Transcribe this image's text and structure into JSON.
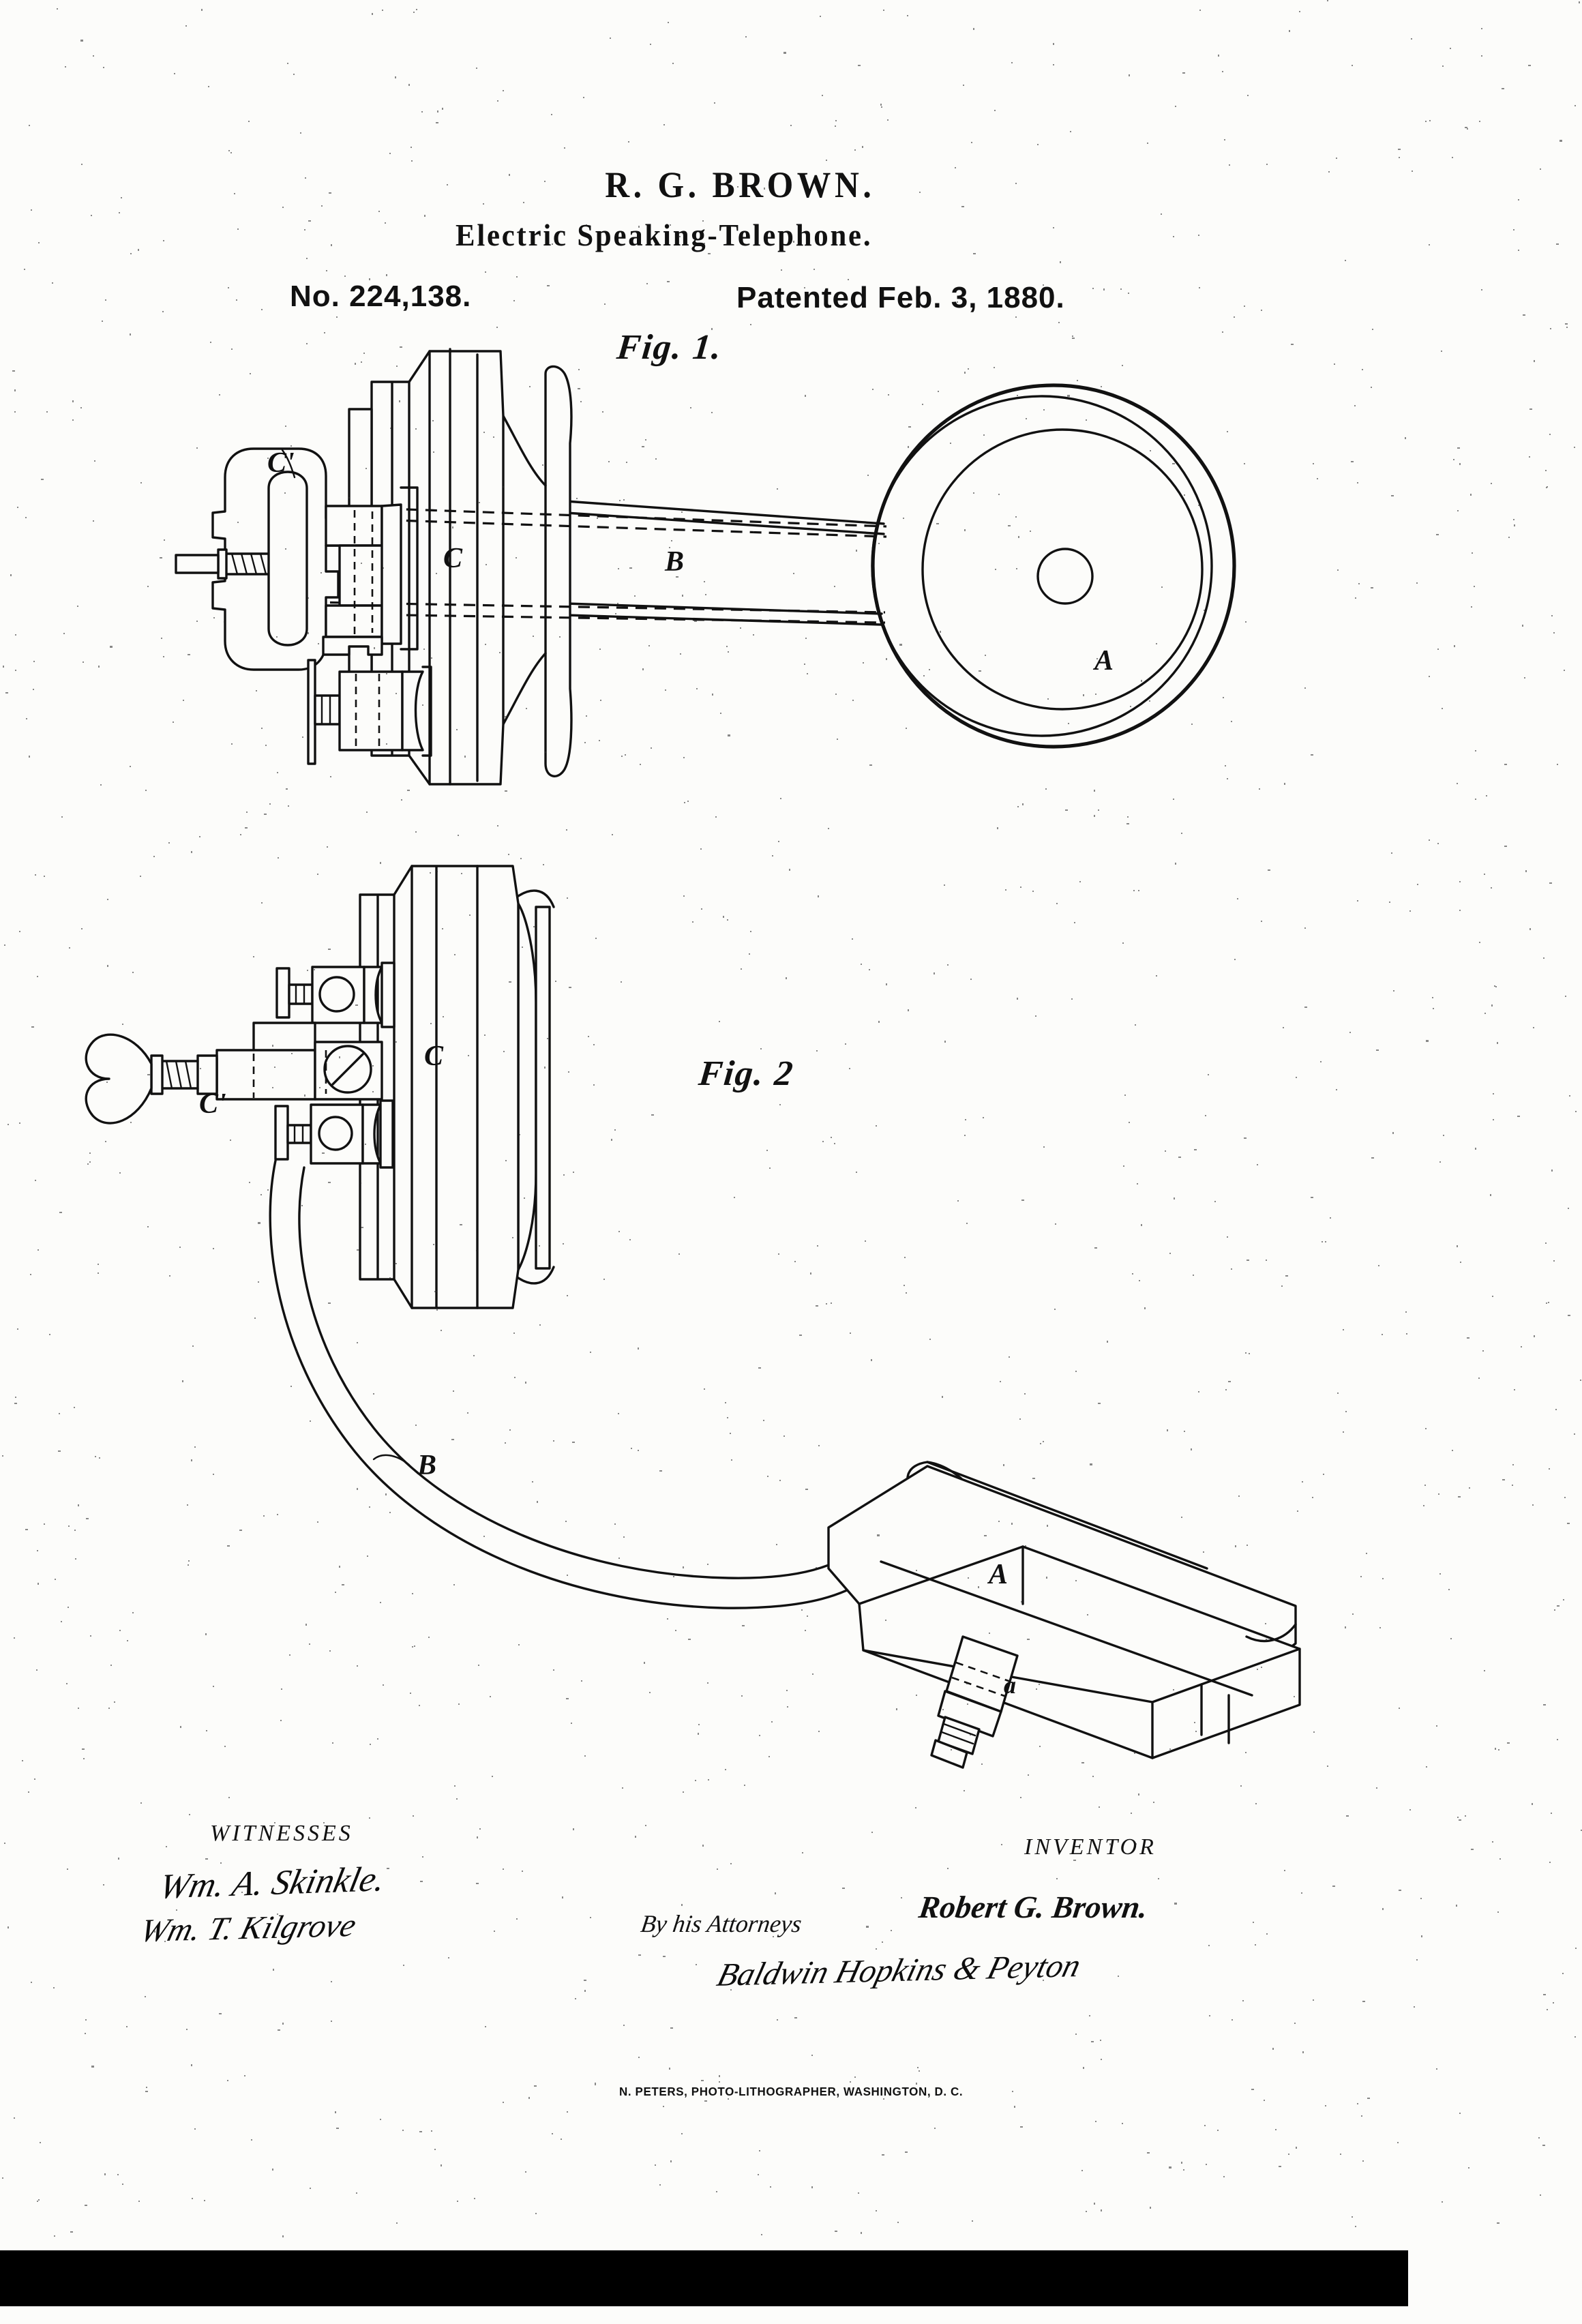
{
  "document": {
    "type": "united-states-patent-drawing",
    "inventor_header": "R. G. BROWN.",
    "title": "Electric Speaking-Telephone.",
    "patent_number": "No. 224,138.",
    "patent_date": "Patented Feb. 3, 1880."
  },
  "figures": [
    {
      "id": "fig1",
      "label": "Fig. 1.",
      "description": "Sectional side elevation of the electric speaking-telephone showing receiver disc A, connecting tube B, mouthpiece C and adjusting mount C'",
      "part_labels": [
        {
          "key": "A",
          "text": "A",
          "meaning": "diaphragm-disc / bell"
        },
        {
          "key": "B",
          "text": "B",
          "meaning": "connecting tube"
        },
        {
          "key": "C",
          "text": "C",
          "meaning": "mouthpiece cone"
        },
        {
          "key": "Cprime",
          "text": "C'",
          "meaning": "adjusting spring frame"
        }
      ]
    },
    {
      "id": "fig2",
      "label": "Fig. 2",
      "description": "Perspective view with flexible curved tube B joining mouthpiece C to inclined disc A with threaded nipple a",
      "part_labels": [
        {
          "key": "A",
          "text": "A",
          "meaning": "inclined disc"
        },
        {
          "key": "B",
          "text": "B",
          "meaning": "flexible curved tube"
        },
        {
          "key": "C",
          "text": "C",
          "meaning": "mouthpiece cone"
        },
        {
          "key": "Cprime",
          "text": "C'",
          "meaning": "thumbscrew adjusting frame"
        },
        {
          "key": "a",
          "text": "a",
          "meaning": "threaded nipple"
        }
      ]
    }
  ],
  "signature_block": {
    "witnesses_heading": "WITNESSES",
    "witness_signatures": [
      "Wm. A. Skinkle.",
      "Wm. T. Kilgrove"
    ],
    "inventor_heading": "INVENTOR",
    "inventor_signature": "Robert G. Brown.",
    "attorneys_label": "By his Attorneys",
    "attorneys_signature": "Baldwin Hopkins & Peyton"
  },
  "footer": {
    "credit": "N. PETERS, PHOTO-LITHOGRAPHER, WASHINGTON, D. C."
  },
  "colors": {
    "paper": "#fcfcfa",
    "ink": "#111111",
    "band": "#000000"
  }
}
